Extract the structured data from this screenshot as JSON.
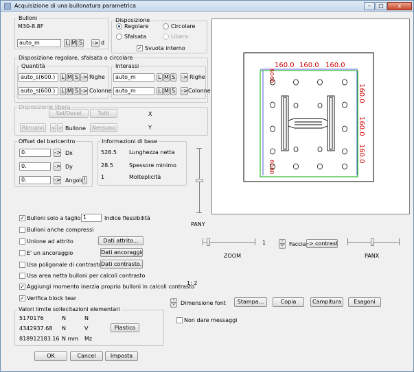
{
  "title": "Acquisizione di una bullonatura parametrica",
  "window_controls": {
    "min": "–",
    "max": "□",
    "close": "x"
  },
  "bulloni": {
    "label": "Bulloni",
    "bolt": "M30-8.8F",
    "field": "auto_m",
    "btn_l": "L",
    "btn_m": "M",
    "btn_s": "S",
    "arrow": "->",
    "d": "d"
  },
  "disposizione": {
    "label": "Disposizione",
    "regolare": "Regolare",
    "circolare": "Circolare",
    "sfalsata": "Sfalsata",
    "libera": "Libera",
    "svuota": "Svuota interno"
  },
  "regular": {
    "label": "Disposizione regolare, sfalsata o circolare",
    "quantita": {
      "label": "Quantità",
      "righe_val": "auto_s(600.)",
      "colonne_val": "auto_s(600.)"
    },
    "interassi": {
      "label": "Interassi",
      "righe_val": "auto_m",
      "colonne_val": "auto_m"
    },
    "righe": "Righe",
    "colonne": "Colonne",
    "l": "L",
    "m": "M",
    "s": "S",
    "arrow": "->"
  },
  "libera": {
    "label": "Disposizione libera",
    "seldesel": "Sel/Desel",
    "tutti": "Tutti",
    "rimuovi": "Rimuovi",
    "prev": "<",
    "next": ">",
    "bullone": "Bullone",
    "nessuno": "Nessuno",
    "x": "X",
    "y": "Y"
  },
  "offset": {
    "label": "Offset del baricentro",
    "dx_val": "0.",
    "dy_val": "0.",
    "ang_val": "0.",
    "dx": "Dx",
    "dy": "Dy",
    "angolo": "Angolo",
    "arrow": "->",
    "excl": "!"
  },
  "info": {
    "label": "Informazioni di base",
    "rows": [
      {
        "value": "528.5",
        "name": "Lunghezza netta"
      },
      {
        "value": "28.5",
        "name": "Spessore minimo"
      },
      {
        "value": "1",
        "name": "Molteplicità"
      }
    ]
  },
  "pany": "PANY",
  "options": {
    "solo_taglio": "Bulloni solo a taglio",
    "indice_val": "1",
    "indice": "Indice flessibilità",
    "compressi": "Bulloni anche compressi",
    "attrito": "Unione ad attrito",
    "dati_attrito": "Dati attrito...",
    "ancoraggio": "E' un ancoraggio",
    "dati_ancoraggio": "Dati ancoraggio...",
    "poligonale": "Usa poligonale di contrasto",
    "dati_contrasto": "Dati contrasto...",
    "area_netta": "Usa area netta bulloni per calcoli contrasto",
    "momento": "Aggiungi  momento inerzia proprio bulloni in calcoli contrasto",
    "block_tear": "Verifica block tear"
  },
  "valori": {
    "label": "Valori limite sollecitazioni elementari",
    "rows": [
      {
        "value": "5170176",
        "unit": "N",
        "sym": "N"
      },
      {
        "value": "4342937.68",
        "unit": "N",
        "sym": "V"
      },
      {
        "value": "818912183.16",
        "unit": "N mm",
        "sym": "Mz"
      }
    ],
    "plastico": "Plastico"
  },
  "bottom": {
    "ok": "OK",
    "cancel": "Cancel",
    "imposta": "Imposta"
  },
  "zoom": {
    "label": "ZOOM",
    "value": "1"
  },
  "faccia": {
    "label": "Faccia",
    "btn": "-> contrasto"
  },
  "panx": "PANX",
  "ratio": "1:   2",
  "dimfont": "Dimensione font",
  "actions": {
    "stampa": "Stampa...",
    "copia": "Copia",
    "cattura": "Campitura",
    "esagoni": "Esagoni"
  },
  "nonmsg": "Non dare messaggi",
  "drawing": {
    "dims_top": [
      "160.0",
      "160.0",
      "160.0"
    ],
    "dims_right": [
      "160.0",
      "160.0",
      "160.0"
    ],
    "dims_left": [
      "60",
      "60",
      "60",
      "60"
    ]
  },
  "colors": {
    "dim": "#cc0000",
    "bolt_zone": "#00aa00",
    "dim_line": "#2233cc"
  }
}
